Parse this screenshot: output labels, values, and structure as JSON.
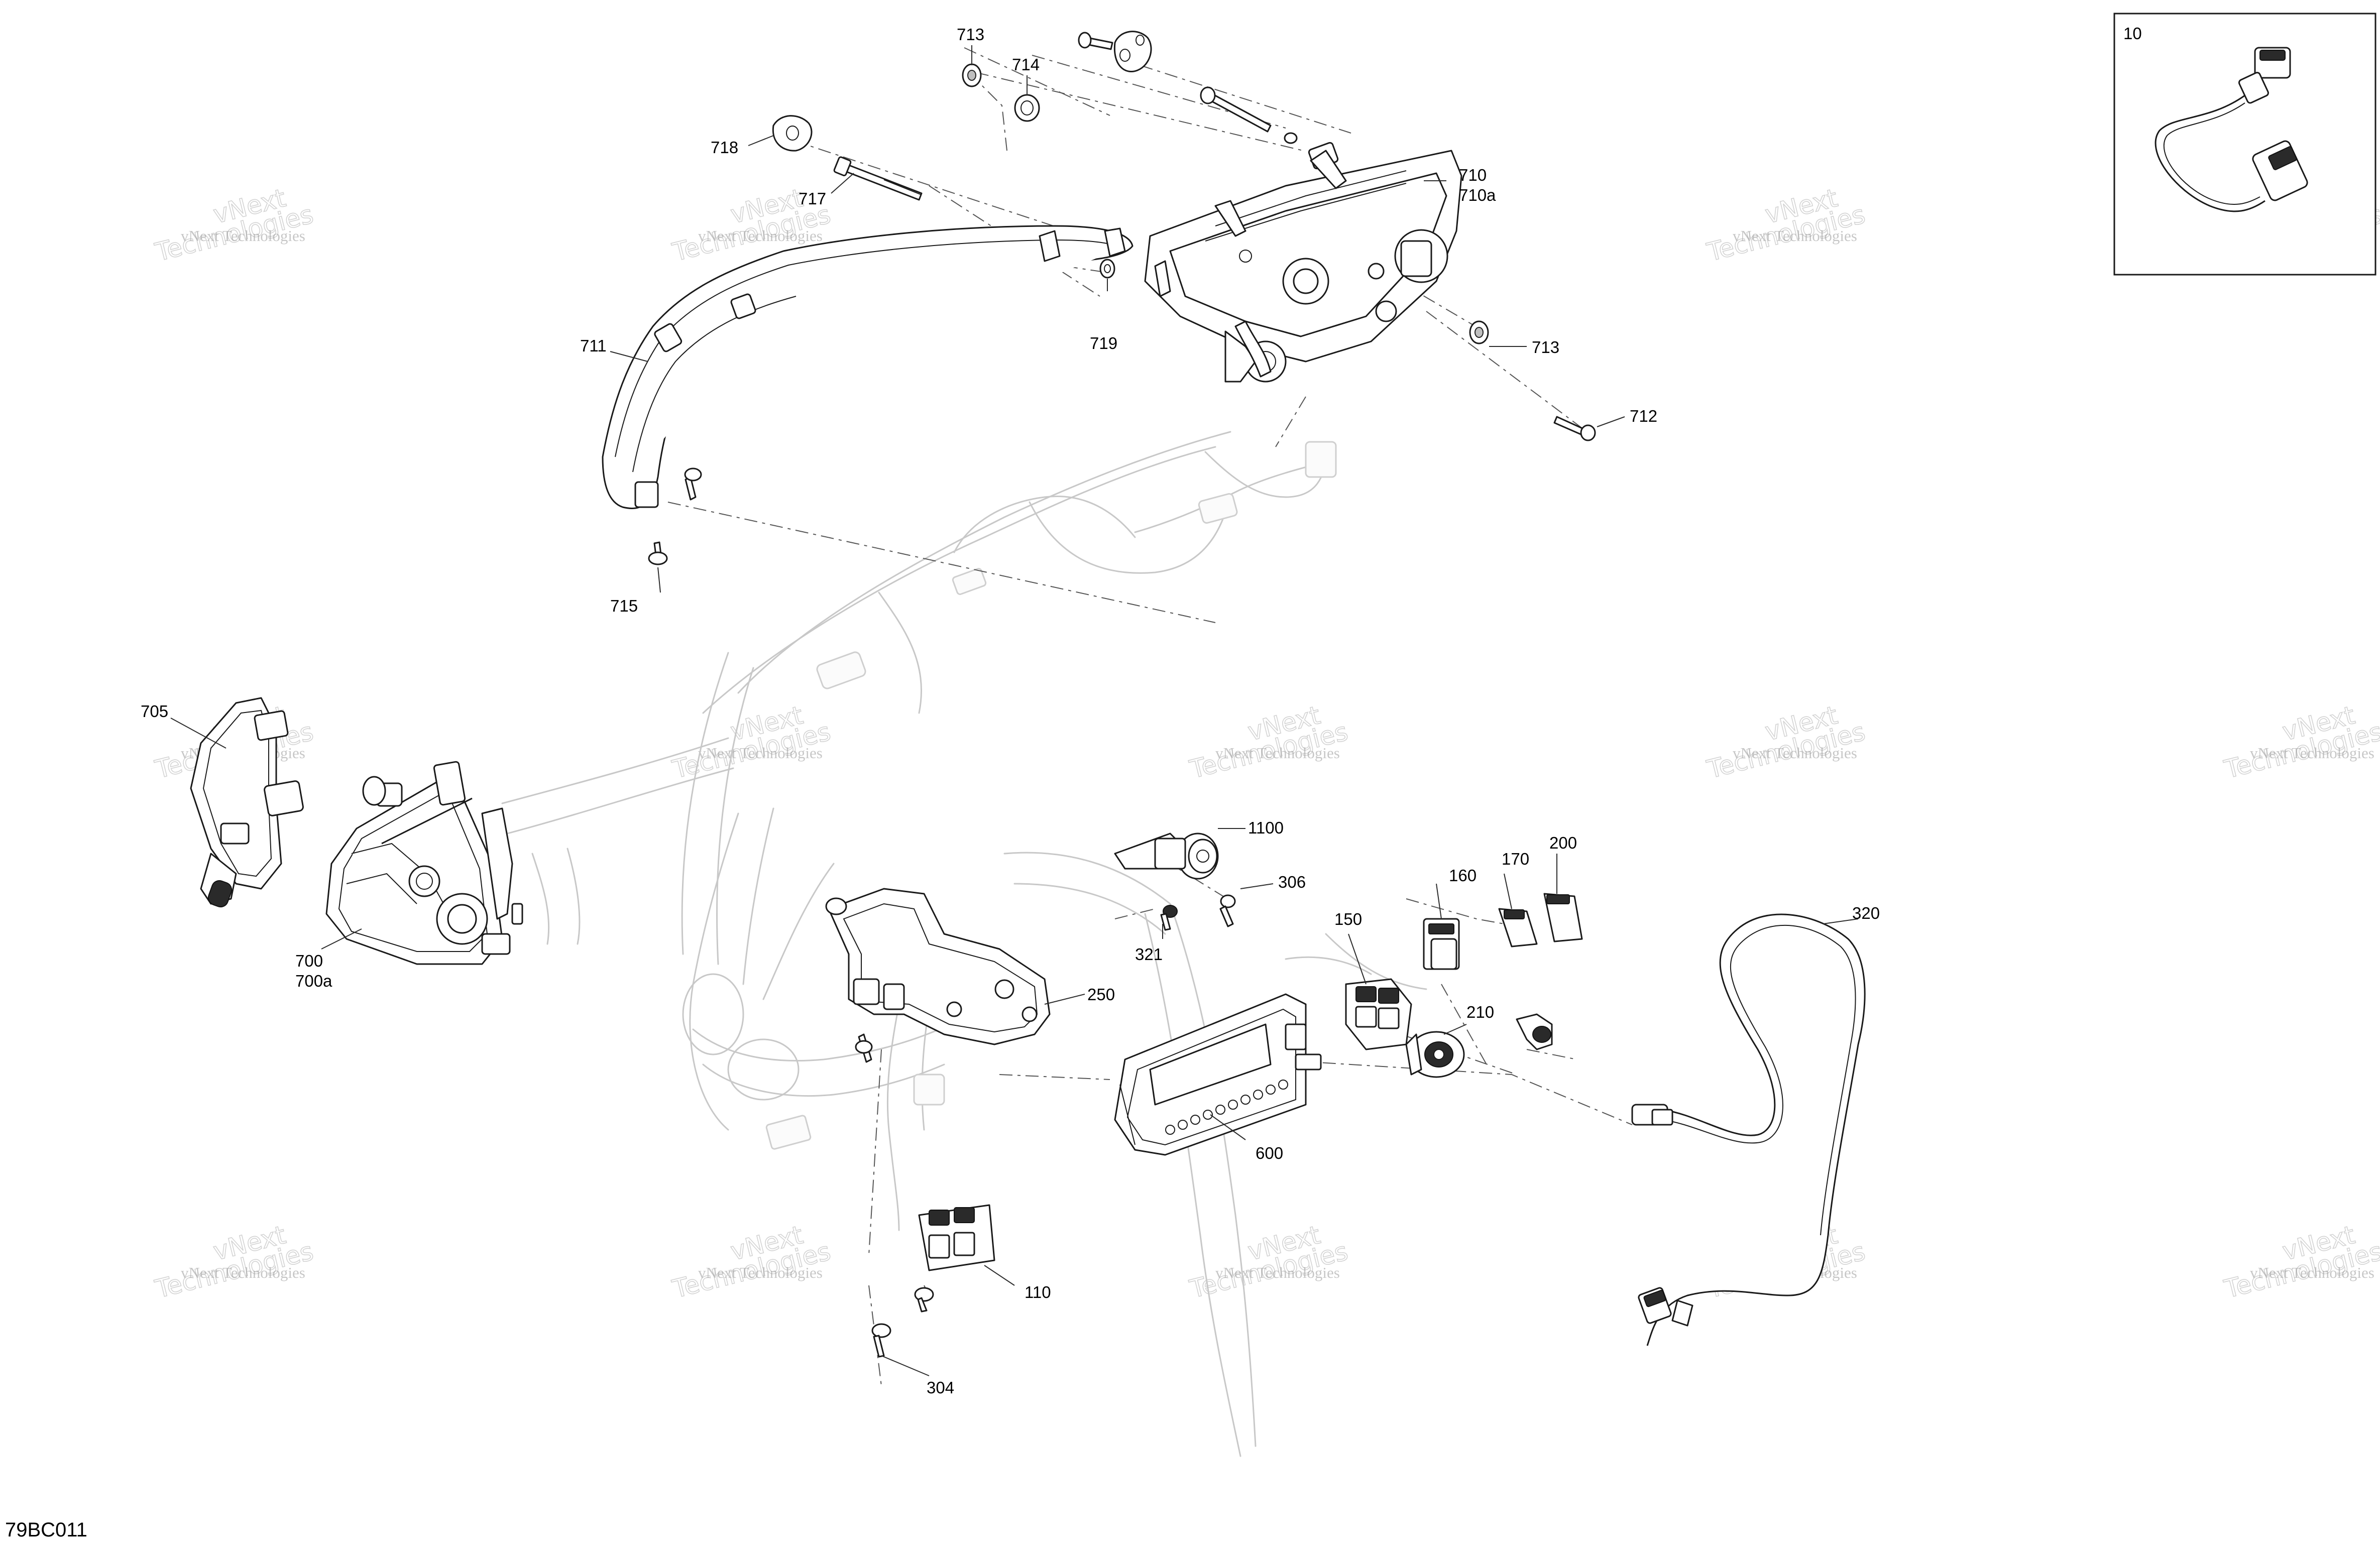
{
  "drawing_code": "79BC011",
  "watermark": {
    "line1": "vNext Technologies",
    "line2": "vNext",
    "line3": "Technologies"
  },
  "callouts": {
    "p713a": "713",
    "p714": "714",
    "p718": "718",
    "p717": "717",
    "p710": "710",
    "p710a": "710a",
    "p711": "711",
    "p719": "719",
    "p713b": "713",
    "p712": "712",
    "p715": "715",
    "p705": "705",
    "p700": "700",
    "p700a": "700a",
    "p1100": "1100",
    "p306": "306",
    "p321": "321",
    "p160": "160",
    "p170": "170",
    "p200": "200",
    "p150": "150",
    "p210": "210",
    "p250": "250",
    "p600": "600",
    "p320": "320",
    "p110": "110",
    "p304": "304",
    "inset10": "10"
  }
}
